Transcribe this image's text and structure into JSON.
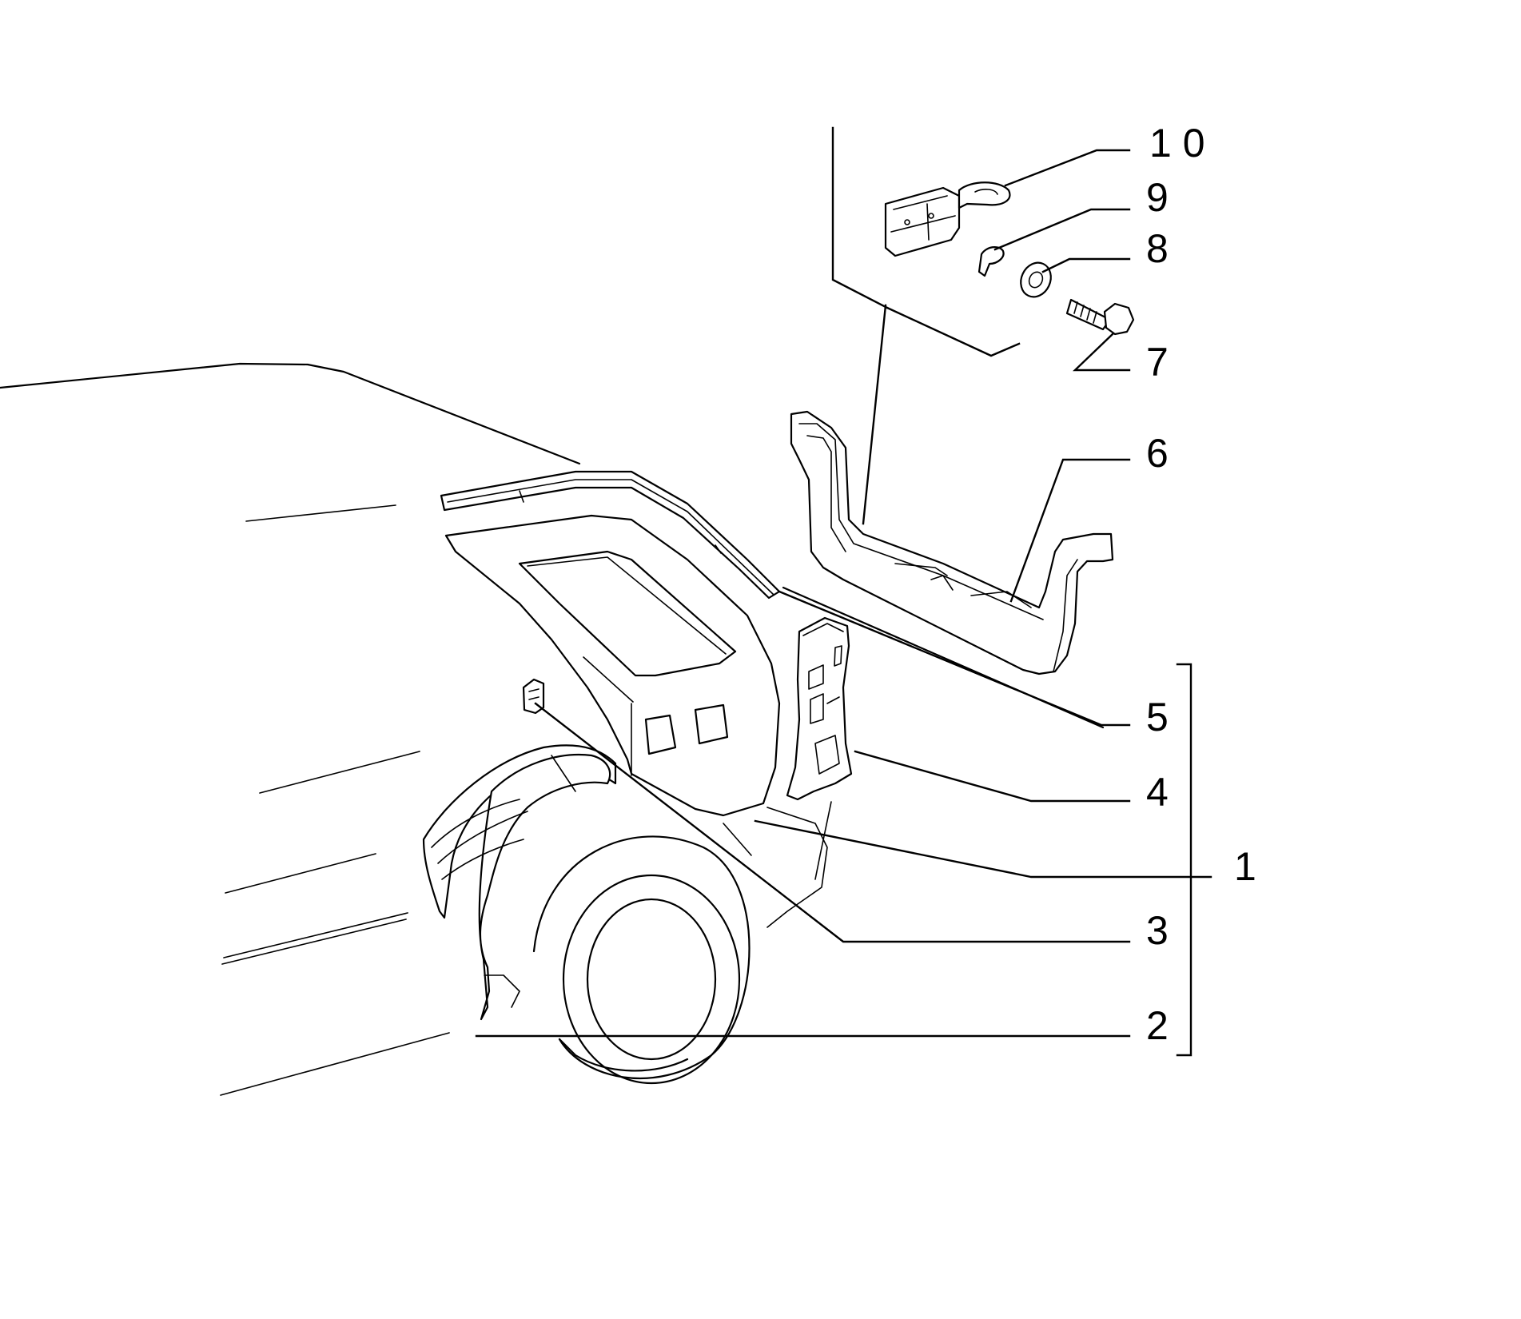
{
  "diagram": {
    "type": "exploded-parts-diagram",
    "callouts": [
      {
        "id": "1",
        "label": "1"
      },
      {
        "id": "2",
        "label": "2"
      },
      {
        "id": "3",
        "label": "3"
      },
      {
        "id": "4",
        "label": "4"
      },
      {
        "id": "5",
        "label": "5"
      },
      {
        "id": "6",
        "label": "6"
      },
      {
        "id": "7",
        "label": "7"
      },
      {
        "id": "8",
        "label": "8"
      },
      {
        "id": "9",
        "label": "9"
      },
      {
        "id": "10",
        "label": "1 0"
      }
    ]
  }
}
